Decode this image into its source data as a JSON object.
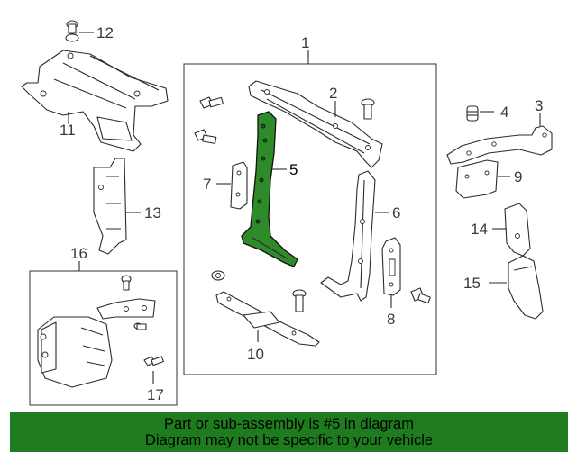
{
  "diagram": {
    "callouts": [
      "1",
      "2",
      "3",
      "4",
      "5",
      "6",
      "7",
      "8",
      "9",
      "10",
      "11",
      "12",
      "13",
      "14",
      "15",
      "16",
      "17"
    ],
    "highlighted_part": "5",
    "highlight_color": "#2f8a2a"
  },
  "banner": {
    "line1": "Part or sub-assembly is #5 in diagram",
    "line2": "Diagram may not be specific to your vehicle",
    "background": "#1e7b1e"
  }
}
